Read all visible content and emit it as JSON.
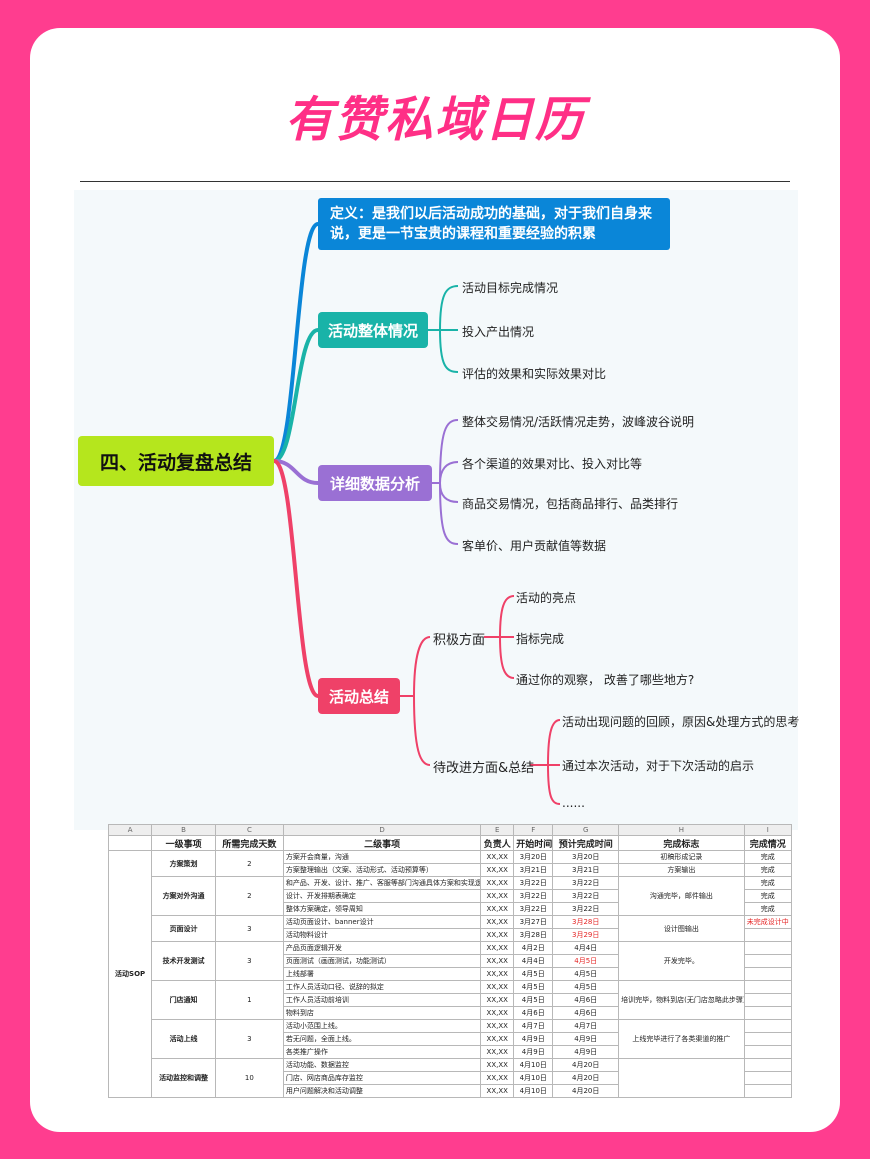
{
  "page": {
    "title": "有赞私域日历"
  },
  "mindmap": {
    "root": "四、活动复盘总结",
    "definition": "定义：是我们以后活动成功的基础，对于我们自身来说，更是一节宝贵的课程和重要经验的积累",
    "overall": {
      "label": "活动整体情况",
      "items": [
        "活动目标完成情况",
        "投入产出情况",
        "评估的效果和实际效果对比"
      ]
    },
    "data_analysis": {
      "label": "详细数据分析",
      "items": [
        "整体交易情况/活跃情况走势，波峰波谷说明",
        "各个渠道的效果对比、投入对比等",
        "商品交易情况，包括商品排行、品类排行",
        "客单价、用户贡献值等数据"
      ]
    },
    "summary": {
      "label": "活动总结",
      "positive": {
        "label": "积极方面",
        "items": [
          "活动的亮点",
          "指标完成",
          "通过你的观察， 改善了哪些地方?"
        ]
      },
      "improve": {
        "label": "待改进方面&总结",
        "items": [
          "活动出现问题的回顾，原因&处理方式的思考",
          "通过本次活动，对于下次活动的启示",
          "......"
        ]
      }
    },
    "colors": {
      "definition": "#0a86d8",
      "overall": "#19b3a8",
      "data_analysis": "#9a70d4",
      "summary": "#ef4168",
      "root": "#b5e61d"
    }
  },
  "sheet": {
    "letters": [
      "A",
      "B",
      "C",
      "D",
      "E",
      "F",
      "G",
      "H",
      "I"
    ],
    "headers": [
      "一级事项",
      "所需完成天数",
      "二级事项",
      "负责人",
      "开始时间",
      "预计完成时间",
      "完成标志",
      "完成情况"
    ],
    "section": "活动SOP",
    "groups": [
      {
        "name": "方案策划",
        "days": "2",
        "rows": [
          {
            "task": "方案开会商量，沟通",
            "owner": "XX,XX",
            "start": "3月20日",
            "end": "3月20日",
            "mark": "初稿形成记录",
            "status": "完成"
          },
          {
            "task": "方案整理输出（文案、活动形式、活动预算等）",
            "owner": "XX,XX",
            "start": "3月21日",
            "end": "3月21日",
            "mark": "方案输出",
            "status": "完成"
          }
        ]
      },
      {
        "name": "方案对外沟通",
        "days": "2",
        "mark": "沟通完毕，邮件输出",
        "rows": [
          {
            "task": "和产品、开发、设计、推广、客服等部门沟通具体方案和实现逻辑",
            "owner": "XX,XX",
            "start": "3月22日",
            "end": "3月22日",
            "status": "完成"
          },
          {
            "task": "设计、开发排期表确定",
            "owner": "XX,XX",
            "start": "3月22日",
            "end": "3月22日",
            "status": "完成"
          },
          {
            "task": "整体方案确定，领导周知",
            "owner": "XX,XX",
            "start": "3月22日",
            "end": "3月22日",
            "status": "完成"
          }
        ]
      },
      {
        "name": "页面设计",
        "days": "3",
        "mark": "设计图输出",
        "rows": [
          {
            "task": "活动页面设计、banner设计",
            "owner": "XX,XX",
            "start": "3月27日",
            "end": "3月28日",
            "status": "未完成设计中"
          },
          {
            "task": "活动物料设计",
            "owner": "XX,XX",
            "start": "3月28日",
            "end": "3月29日",
            "status": ""
          }
        ]
      },
      {
        "name": "技术开发测试",
        "days": "3",
        "mark": "开发完毕。",
        "rows": [
          {
            "task": "产品页面逻辑开发",
            "owner": "XX,XX",
            "start": "4月2日",
            "end": "4月4日",
            "status": ""
          },
          {
            "task": "页面测试（画面测试，功能测试）",
            "owner": "XX,XX",
            "start": "4月4日",
            "end": "4月5日",
            "status": ""
          },
          {
            "task": "上线部署",
            "owner": "XX,XX",
            "start": "4月5日",
            "end": "4月5日",
            "status": ""
          }
        ]
      },
      {
        "name": "门店通知",
        "days": "1",
        "mark": "培训完毕，物料到店(无门店忽略此步骤)",
        "rows": [
          {
            "task": "工作人员活动口径、说辞的拟定",
            "owner": "XX,XX",
            "start": "4月5日",
            "end": "4月5日",
            "status": ""
          },
          {
            "task": "工作人员活动前培训",
            "owner": "XX,XX",
            "start": "4月5日",
            "end": "4月6日",
            "status": ""
          },
          {
            "task": "物料到店",
            "owner": "XX,XX",
            "start": "4月6日",
            "end": "4月6日",
            "status": ""
          }
        ]
      },
      {
        "name": "活动上线",
        "days": "3",
        "mark": "上线完毕进行了各类渠道的推广",
        "rows": [
          {
            "task": "活动小范围上线。",
            "owner": "XX,XX",
            "start": "4月7日",
            "end": "4月7日",
            "status": ""
          },
          {
            "task": "若无问题，全面上线。",
            "owner": "XX,XX",
            "start": "4月9日",
            "end": "4月9日",
            "status": ""
          },
          {
            "task": "各类推广操作",
            "owner": "XX,XX",
            "start": "4月9日",
            "end": "4月9日",
            "status": ""
          }
        ]
      },
      {
        "name": "活动监控和调整",
        "days": "10",
        "rows": [
          {
            "task": "活动功能、数据监控",
            "owner": "XX,XX",
            "start": "4月10日",
            "end": "4月20日",
            "status": ""
          },
          {
            "task": "门店、网店商品库存监控",
            "owner": "XX,XX",
            "start": "4月10日",
            "end": "4月20日",
            "status": ""
          },
          {
            "task": "用户问题解决和活动调整",
            "owner": "XX,XX",
            "start": "4月10日",
            "end": "4月20日",
            "status": ""
          }
        ]
      }
    ]
  }
}
